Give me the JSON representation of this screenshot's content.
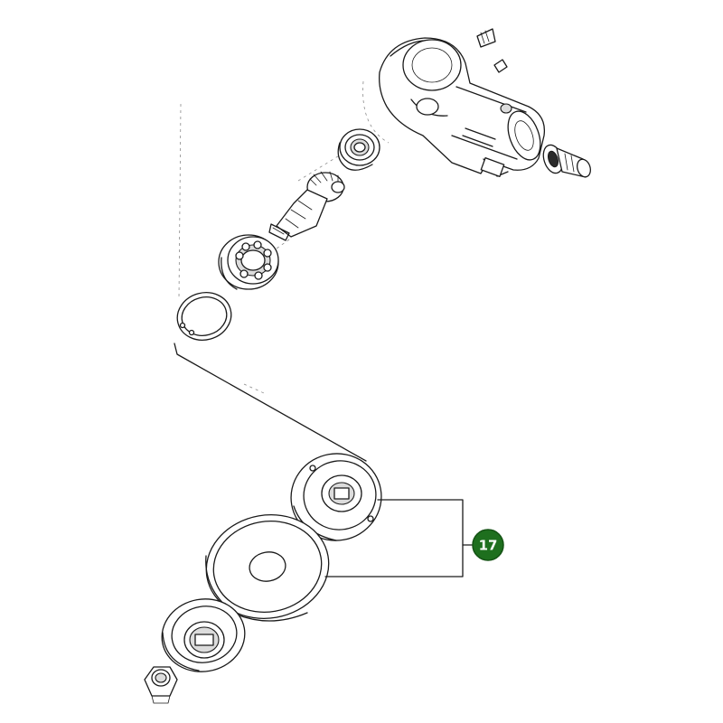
{
  "diagram": {
    "callout": {
      "number": "17",
      "badge_color": "#1e6f1e",
      "text_color": "#ffffff"
    },
    "parts": [
      "gear-housing",
      "input-shaft",
      "small-ball-bearing",
      "bevel-gear",
      "large-ball-bearing",
      "circlip",
      "upper-flange",
      "blade-washer",
      "lower-flange",
      "nut"
    ]
  }
}
